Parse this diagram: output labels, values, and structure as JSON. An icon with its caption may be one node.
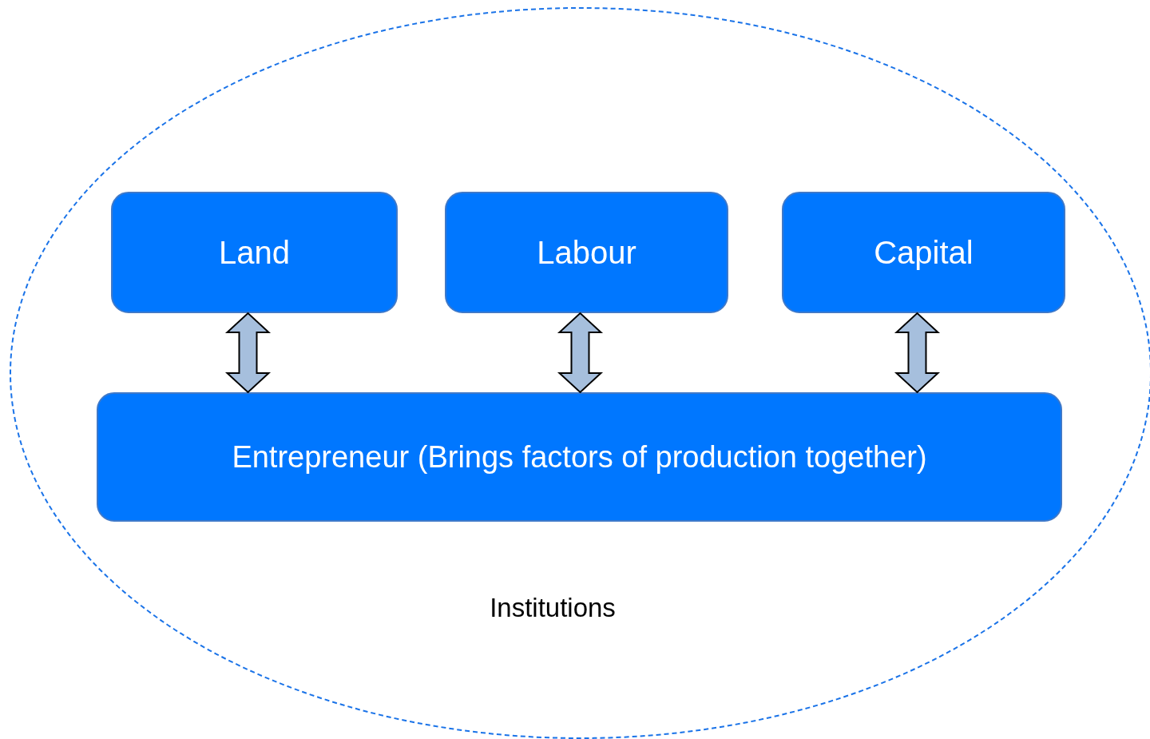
{
  "diagram": {
    "nodes": [
      {
        "text": [
          "Institutions"
        ]
      },
      {
        "text": [
          "Land"
        ],
        "in": 0
      },
      {
        "text": [
          "Labour"
        ],
        "in": 0
      },
      {
        "text": [
          "Capital"
        ],
        "in": 0
      },
      {
        "text": [
          "Entrepreneur (Brings factors of production together)"
        ],
        "in": 0
      }
    ],
    "edges": [
      {
        "from": 1,
        "to": 4,
        "arrow": "both"
      },
      {
        "from": 2,
        "to": 4,
        "arrow": "both"
      },
      {
        "from": 3,
        "to": 4,
        "arrow": "both"
      }
    ]
  }
}
